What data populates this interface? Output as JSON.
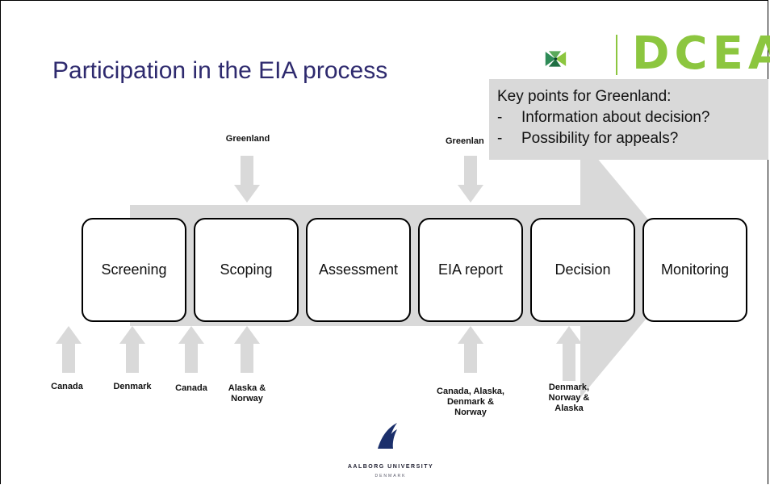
{
  "title": "Participation in the EIA process",
  "stages": [
    "Screening",
    "Scoping",
    "Assessment",
    "EIA report",
    "Decision",
    "Monitoring"
  ],
  "top_labels": {
    "scoping": "Greenland",
    "eia_report": "Greenlan"
  },
  "bottom_labels": {
    "canada_1": "Canada",
    "denmark_1": "Denmark",
    "canada_2": "Canada",
    "alaska_norway": [
      "Alaska &",
      "Norway"
    ],
    "eia_report_group": [
      "Canada, Alaska,",
      "Denmark &",
      "Norway"
    ],
    "decision_group": [
      "Denmark,",
      "Norway &",
      "Alaska"
    ]
  },
  "callout": {
    "heading": "Key points for Greenland:",
    "points": [
      "Information about decision?",
      "Possibility for appeals?"
    ],
    "bullet": "-"
  },
  "logo": {
    "text": "DCEA",
    "color": "#8cc63f"
  },
  "footer": {
    "university": "AALBORG UNIVERSITY",
    "country": "DENMARK"
  },
  "colors": {
    "title": "#2e2a6e",
    "arrow_fill": "#d9d9d9",
    "callout_bg": "#d9d9d9"
  }
}
